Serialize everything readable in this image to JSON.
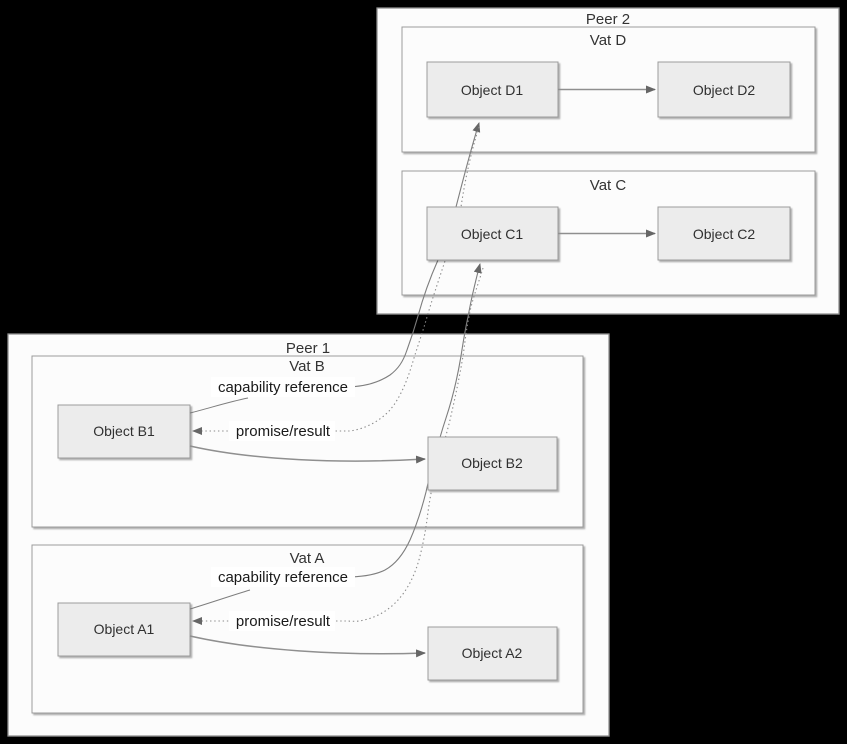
{
  "colors": {
    "background": "#000000",
    "surface": "#fcfcfc",
    "object_fill": "#ececec",
    "box_border": "#999999",
    "line": "#7d7d7d",
    "arrowhead": "#666666",
    "text": "#333333"
  },
  "peers": [
    {
      "label": "Peer 2",
      "vats": [
        {
          "label": "Vat D",
          "objects": [
            {
              "label": "Object D1"
            },
            {
              "label": "Object D2"
            }
          ]
        },
        {
          "label": "Vat C",
          "objects": [
            {
              "label": "Object C1"
            },
            {
              "label": "Object C2"
            }
          ]
        }
      ]
    },
    {
      "label": "Peer 1",
      "vats": [
        {
          "label": "Vat B",
          "objects": [
            {
              "label": "Object B1"
            },
            {
              "label": "Object B2"
            }
          ],
          "annotations": {
            "capability": "capability reference",
            "promise": "promise/result"
          }
        },
        {
          "label": "Vat A",
          "objects": [
            {
              "label": "Object A1"
            },
            {
              "label": "Object A2"
            }
          ],
          "annotations": {
            "capability": "capability reference",
            "promise": "promise/result"
          }
        }
      ]
    }
  ],
  "connections": [
    {
      "from": "Object D1",
      "to": "Object D2",
      "style": "solid-arrow"
    },
    {
      "from": "Object C1",
      "to": "Object C2",
      "style": "solid-arrow"
    },
    {
      "from": "Object B1",
      "to": "Object B2",
      "style": "solid-arrow"
    },
    {
      "from": "Object A1",
      "to": "Object A2",
      "style": "solid-arrow"
    },
    {
      "from": "Object B1",
      "to": "Object D1",
      "style": "solid-curve",
      "label": "capability reference"
    },
    {
      "from": "Object D1",
      "to": "Object B1",
      "style": "dotted-curve",
      "label": "promise/result"
    },
    {
      "from": "Object A1",
      "to": "Object C1",
      "style": "solid-curve",
      "label": "capability reference"
    },
    {
      "from": "Object C1",
      "to": "Object A1",
      "style": "dotted-curve",
      "label": "promise/result"
    }
  ]
}
